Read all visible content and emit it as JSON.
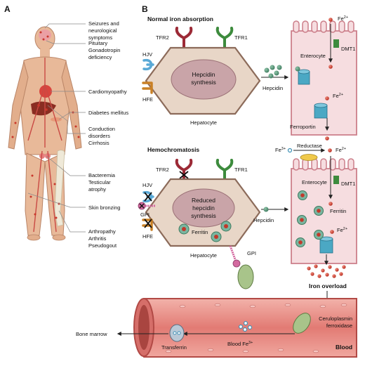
{
  "panel_a": {
    "label": "A",
    "conditions": [
      {
        "lines": [
          "Seizures and",
          "neurological",
          "symptoms"
        ]
      },
      {
        "lines": [
          "Pituitary",
          "Gonadotropin",
          "deficiency"
        ]
      },
      {
        "lines": [
          "Cardiomyopathy"
        ]
      },
      {
        "lines": [
          "Diabetes mellitus"
        ]
      },
      {
        "lines": [
          "Conduction",
          "disorders",
          "Cirrhosis"
        ]
      },
      {
        "lines": [
          "Bacteremia",
          "Testicular",
          "atrophy"
        ]
      },
      {
        "lines": [
          "Skin bronzing"
        ]
      },
      {
        "lines": [
          "Arthropathy",
          "Arthritis",
          "Pseudogout"
        ]
      }
    ]
  },
  "panel_b": {
    "label": "B",
    "normal": {
      "title": "Normal iron absorption",
      "tfr2": "TFR2",
      "tfr1": "TFR1",
      "hjv": "HJV",
      "hfe": "HFE",
      "core_lines": [
        "Hepcidin",
        "synthesis"
      ],
      "hepatocyte": "Hepatocyte",
      "hepcidin": "Hepcidin",
      "enterocyte": "Enterocyte",
      "dmt1": "DMT1",
      "fe2_top": "Fe",
      "fe2_mid": "Fe",
      "ferroportin": "Ferroportin"
    },
    "hemo": {
      "title": "Hemochromatosis",
      "tfr2": "TFR2",
      "tfr1": "TFR1",
      "hjv": "HJV",
      "gpi_left": "GPI",
      "hfe": "HFE",
      "core_lines": [
        "Reduced",
        "hepcidin",
        "synthesis"
      ],
      "ferritin_liver": "Ferritin",
      "hepatocyte": "Hepatocyte",
      "gpi_right": "GPI",
      "hepcidin": "Hepcidin",
      "fe3": "Fe",
      "reductase": "Reductase",
      "fe2_top": "Fe",
      "enterocyte": "Enterocyte",
      "dmt1": "DMT1",
      "ferritin_gut": "Ferritin",
      "fe2_mid": "Fe",
      "iron_overload": "Iron overload"
    },
    "blood": {
      "ceruloplasmin_lines": [
        "Ceruloplasmin",
        "ferroxidase"
      ],
      "transferrin": "Transferrin",
      "blood_fe": "Blood Fe",
      "blood_label": "Blood",
      "bone_marrow": "Bone marrow"
    },
    "superscripts": {
      "fe2": "2+",
      "fe3": "3+"
    }
  },
  "colors": {
    "vessel": "#e4857f",
    "vessel_dark": "#b24a46",
    "hepatocyte": "#e8d6c7",
    "core": "#c9a4a8",
    "cell_pink": "#f6dde0",
    "iron": "#c0392b",
    "hepcidin": "#4a8a6e",
    "ferroportin": "#4ba8c4",
    "tfr2": "#9c2a36",
    "tfr1": "#3d8b3d",
    "hjv": "#5aa9d6",
    "hfe": "#c98025",
    "gpi": "#d36aa0"
  }
}
